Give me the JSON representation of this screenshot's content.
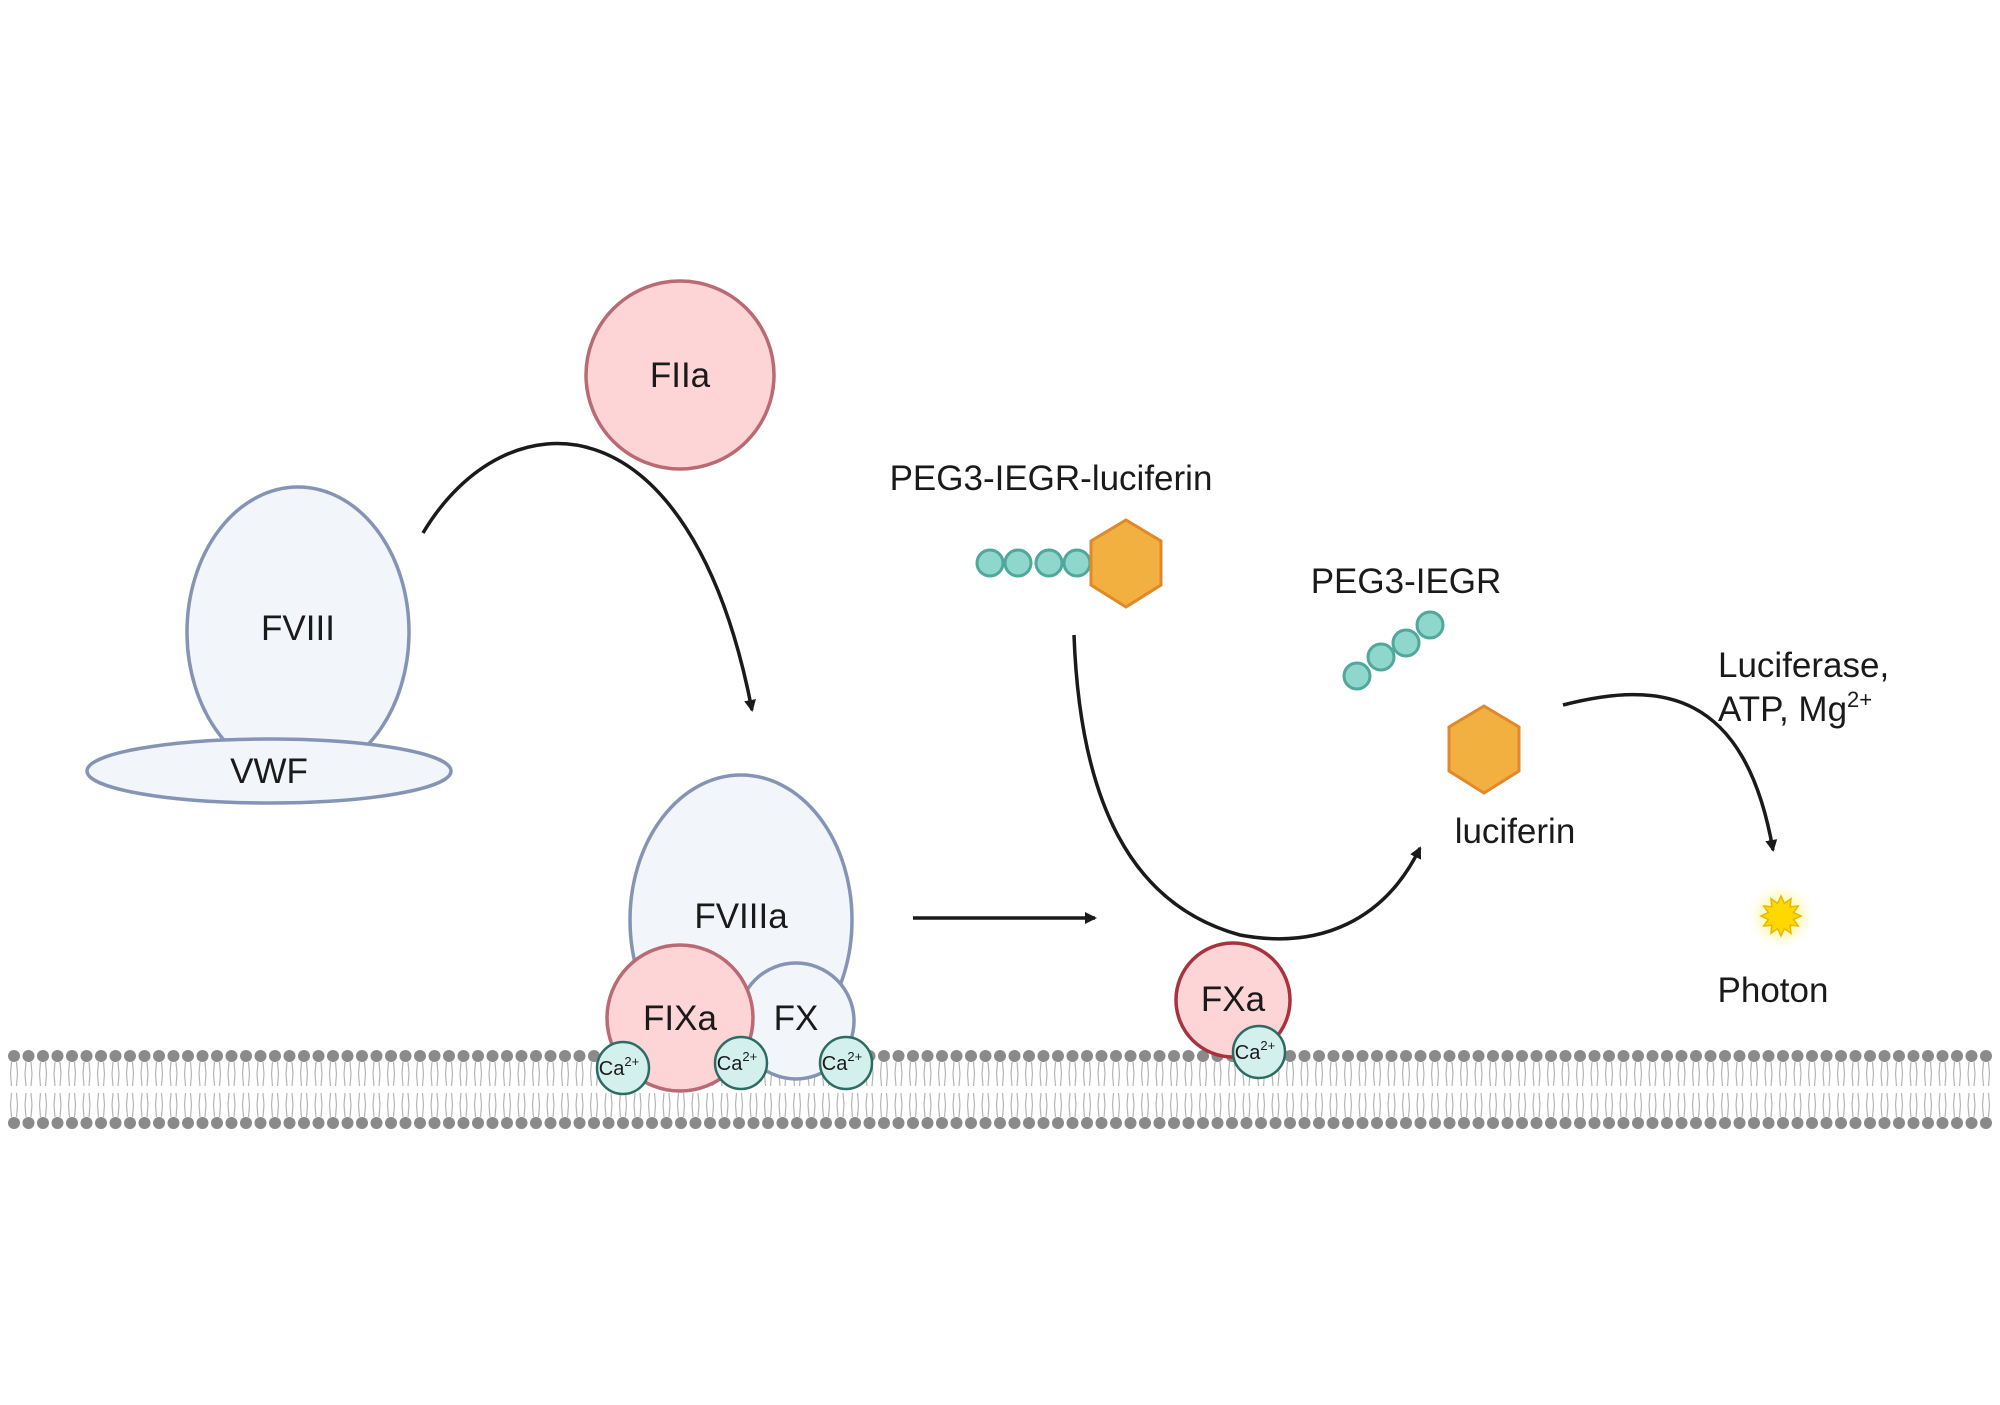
{
  "labels": {
    "fiia": "FIIa",
    "fviii": "FVIII",
    "vwf": "VWF",
    "fviiia": "FVIIIa",
    "fixa": "FIXa",
    "fx": "FX",
    "fxa": "FXa",
    "substrate": "PEG3-IEGR-luciferin",
    "cleaved_peptide": "PEG3-IEGR",
    "luciferin": "luciferin",
    "conditions_line1": "Luciferase,",
    "conditions_line2": "ATP, Mg",
    "conditions_sup": "2+",
    "photon": "Photon"
  },
  "ion": {
    "base": "Ca",
    "charge": "2+"
  },
  "colors": {
    "fviii_fill": "#f2f5fa",
    "fviii_stroke": "#8593b5",
    "factor_fill": "#fdd5d6",
    "factor_stroke": "#b96a72",
    "fxa_stroke": "#a8323e",
    "ca_fill": "#d3f0ec",
    "ca_stroke": "#2c6c63",
    "peg_fill": "#8fd6cc",
    "peg_stroke": "#4fa89b",
    "luciferin_fill": "#f2b041",
    "luciferin_stroke": "#e0882a",
    "membrane": "#8a8a8a",
    "arrow": "#1a1a1a",
    "photon": "#ffd800"
  }
}
